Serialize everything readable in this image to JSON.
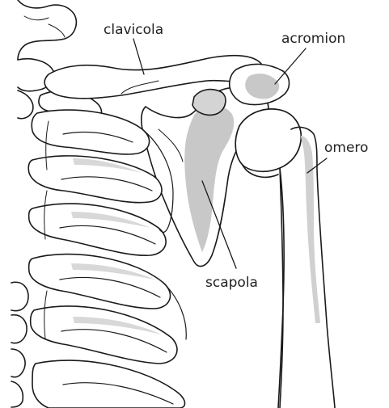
{
  "labels": {
    "clavicola": "clavicola",
    "acromion": "acromion",
    "omero": "omero",
    "scapola": "scapola"
  },
  "colors": {
    "outline": "#1a1a1a",
    "bone_fill": "#ffffff",
    "shade": "#c8c8c8",
    "label_text": "#222222"
  }
}
